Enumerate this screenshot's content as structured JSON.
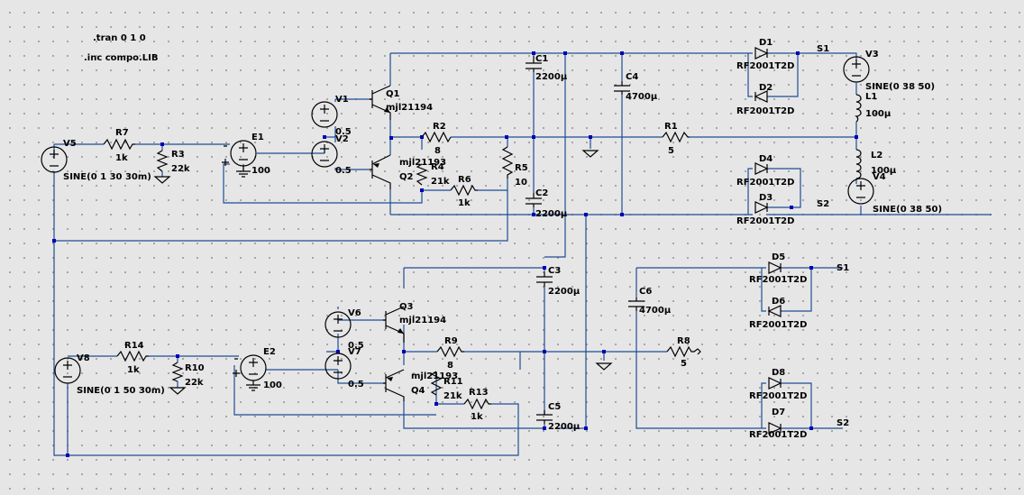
{
  "directives": {
    "tran": ".tran 0 1 0",
    "inc": ".inc compo.LIB"
  },
  "components": {
    "V1": {
      "name": "V1",
      "value": "0.5"
    },
    "V2": {
      "name": "V2",
      "value": "0.5"
    },
    "V3": {
      "name": "V3",
      "value": "SINE(0 38 50)"
    },
    "V4": {
      "name": "V4",
      "value": "SINE(0 38 50)"
    },
    "V5": {
      "name": "V5",
      "value": "SINE(0 1 30 30m)"
    },
    "V6": {
      "name": "V6",
      "value": "0.5"
    },
    "V7": {
      "name": "V7",
      "value": "0.5"
    },
    "V8": {
      "name": "V8",
      "value": "SINE(0 1 50 30m)"
    },
    "Q1": {
      "name": "Q1",
      "value": "mjl21194"
    },
    "Q2": {
      "name": "Q2",
      "value": "mjl21193"
    },
    "Q3": {
      "name": "Q3",
      "value": "mjl21194"
    },
    "Q4": {
      "name": "Q4",
      "value": "mjl21193"
    },
    "R1": {
      "name": "R1",
      "value": "5"
    },
    "R2": {
      "name": "R2",
      "value": "8"
    },
    "R3": {
      "name": "R3",
      "value": "22k"
    },
    "R4": {
      "name": "R4",
      "value": "21k"
    },
    "R5": {
      "name": "R5",
      "value": "10"
    },
    "R6": {
      "name": "R6",
      "value": "1k"
    },
    "R7": {
      "name": "R7",
      "value": "1k"
    },
    "R8": {
      "name": "R8",
      "value": "5"
    },
    "R9": {
      "name": "R9",
      "value": "8"
    },
    "R10": {
      "name": "R10",
      "value": "22k"
    },
    "R11": {
      "name": "R11",
      "value": "21k"
    },
    "R13": {
      "name": "R13",
      "value": "1k"
    },
    "R14": {
      "name": "R14",
      "value": "1k"
    },
    "C1": {
      "name": "C1",
      "value": "2200µ"
    },
    "C2": {
      "name": "C2",
      "value": "2200µ"
    },
    "C3": {
      "name": "C3",
      "value": "2200µ"
    },
    "C4": {
      "name": "C4",
      "value": "4700µ"
    },
    "C5": {
      "name": "C5",
      "value": "2200µ"
    },
    "C6": {
      "name": "C6",
      "value": "4700µ"
    },
    "L1": {
      "name": "L1",
      "value": "100µ"
    },
    "L2": {
      "name": "L2",
      "value": "100µ"
    },
    "E1": {
      "name": "E1",
      "value": "100"
    },
    "E2": {
      "name": "E2",
      "value": "100"
    },
    "D1": {
      "name": "D1",
      "value": "RF2001T2D"
    },
    "D2": {
      "name": "D2",
      "value": "RF2001T2D"
    },
    "D3": {
      "name": "D3",
      "value": "RF2001T2D"
    },
    "D4": {
      "name": "D4",
      "value": "RF2001T2D"
    },
    "D5": {
      "name": "D5",
      "value": "RF2001T2D"
    },
    "D6": {
      "name": "D6",
      "value": "RF2001T2D"
    },
    "D7": {
      "name": "D7",
      "value": "RF2001T2D"
    },
    "D8": {
      "name": "D8",
      "value": "RF2001T2D"
    }
  },
  "net_labels": {
    "s1_top": "S1",
    "s2_top": "S2",
    "s1_bottom": "S1",
    "s2_bottom": "S2"
  },
  "colors": {
    "wire": "#1f4e96",
    "part": "#000000",
    "junction": "#0000b8",
    "background": "#e6e6e6"
  }
}
